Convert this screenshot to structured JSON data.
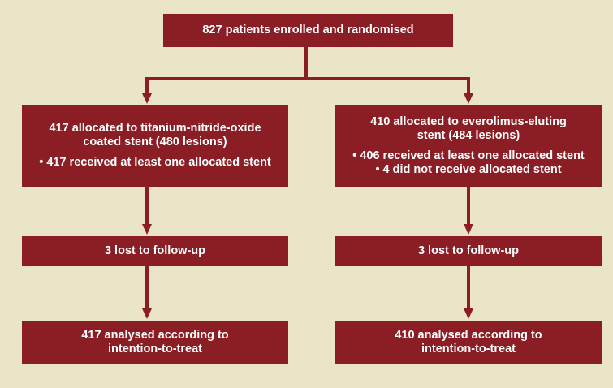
{
  "flow": {
    "top": "827 patients enrolled and randomised",
    "left": {
      "allocated_line1": "417 allocated to titanium-nitride-oxide",
      "allocated_line2": "coated stent (480 lesions)",
      "received": "417 received at least one allocated stent",
      "lost": "3 lost to follow-up",
      "analysed_line1": "417 analysed according to",
      "analysed_line2": "intention-to-treat"
    },
    "right": {
      "allocated_line1": "410 allocated to everolimus-eluting",
      "allocated_line2": "stent (484 lesions)",
      "received": "406 received at least one allocated stent",
      "not_received": "4 did not receive allocated stent",
      "lost": "3 lost to follow-up",
      "analysed_line1": "410 analysed according to",
      "analysed_line2": "intention-to-treat"
    }
  },
  "colors": {
    "box_fill": "#8b1d25",
    "background": "#ebe5c8",
    "text": "#ffffff"
  }
}
